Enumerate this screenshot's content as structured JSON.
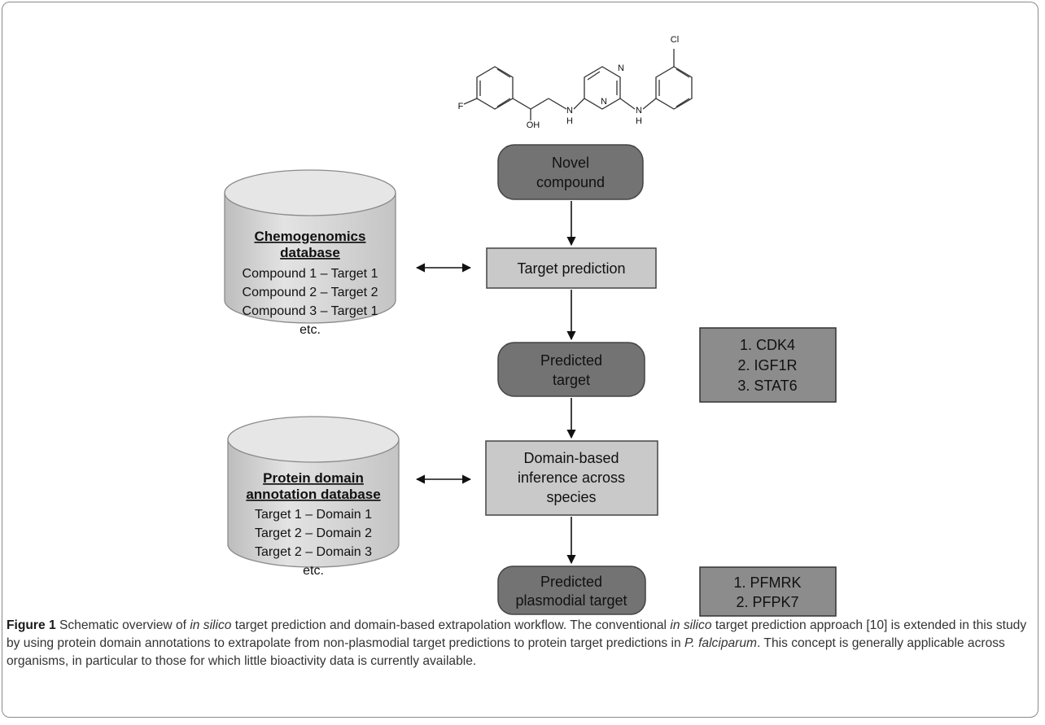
{
  "molecule": {
    "atom_f": "F",
    "atom_oh": "OH",
    "atom_n1": "N",
    "atom_h1": "H",
    "atom_n_ring_top": "N",
    "atom_n_ring_bottom": "N",
    "atom_n2": "N",
    "atom_h2": "H",
    "atom_cl": "Cl"
  },
  "flow": {
    "novel_compound": [
      "Novel",
      "compound"
    ],
    "target_prediction": [
      "Target prediction"
    ],
    "predicted_target": [
      "Predicted",
      "target"
    ],
    "domain_inference": [
      "Domain-based",
      "inference across",
      "species"
    ],
    "predicted_plasmodial_target": [
      "Predicted",
      "plasmodial target"
    ]
  },
  "databases": {
    "chemogenomics": {
      "title": [
        "Chemogenomics",
        "database"
      ],
      "rows": [
        "Compound 1 – Target 1",
        "Compound 2 – Target 2",
        "Compound 3 – Target 1",
        "etc."
      ]
    },
    "protein_domain": {
      "title": [
        "Protein domain",
        "annotation database"
      ],
      "rows": [
        "Target 1 – Domain 1",
        "Target 2 – Domain 2",
        "Target 2 – Domain 3",
        "etc."
      ]
    }
  },
  "results": {
    "predicted_targets": [
      "1. CDK4",
      "2. IGF1R",
      "3. STAT6"
    ],
    "plasmodial_targets": [
      "1. PFMRK",
      "2. PFPK7"
    ]
  },
  "caption": {
    "label": "Figure 1",
    "s1": " Schematic overview of ",
    "i1": "in silico",
    "s2": " target prediction and domain-based extrapolation workflow. The conventional ",
    "i2": "in silico",
    "s3": " target prediction approach [10] is extended in this study by using protein domain annotations to extrapolate from non-plasmodial target predictions to protein target predictions in ",
    "i3": "P. falciparum",
    "s4": ". This concept is generally applicable across organisms, in particular to those for which little bioactivity data is currently available."
  },
  "colors": {
    "dark_box": "#737373",
    "light_box": "#c9c9c9",
    "result_box": "#8c8c8c",
    "cylinder": "#d4d4d4"
  }
}
